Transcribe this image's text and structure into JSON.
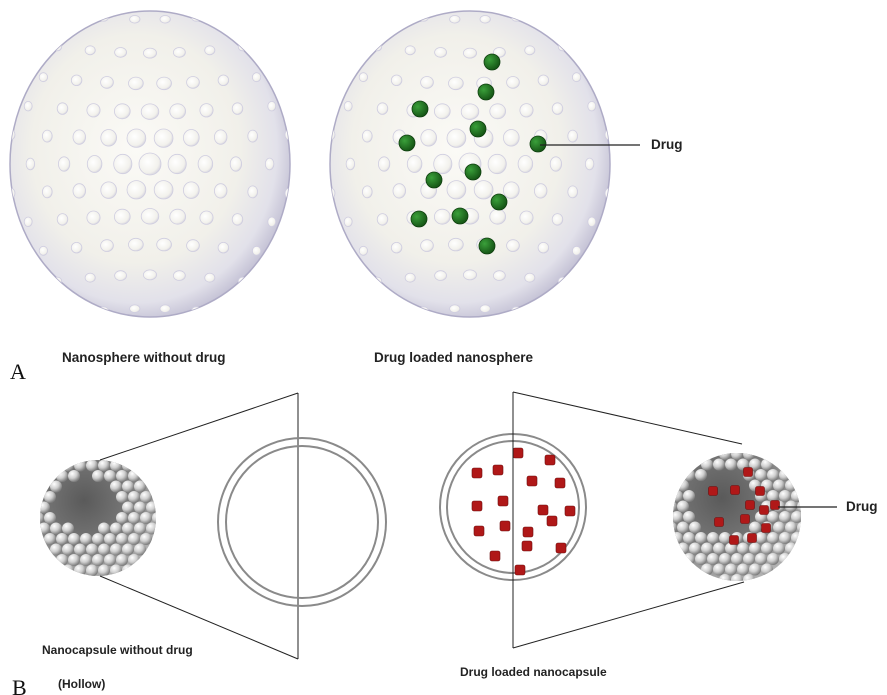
{
  "panel_a": {
    "letter": "A",
    "left_caption": "Nanosphere without drug",
    "right_caption": "Drug loaded nanosphere",
    "drug_label": "Drug"
  },
  "panel_b": {
    "letter": "B",
    "left_caption_line1": "Nanocapsule without drug",
    "left_caption_line2": "(Hollow)",
    "right_caption": "Drug loaded  nanocapsule",
    "drug_label": "Drug"
  },
  "colors": {
    "sphere_fill": "#f4f3ee",
    "sphere_edge": "#b9b6cf",
    "drug_green": "#1f6b1f",
    "drug_red": "#b01818",
    "line": "#222222"
  },
  "icons": [
    "nanosphere",
    "drug-dot",
    "nanocapsule",
    "capsule-cross-section"
  ]
}
